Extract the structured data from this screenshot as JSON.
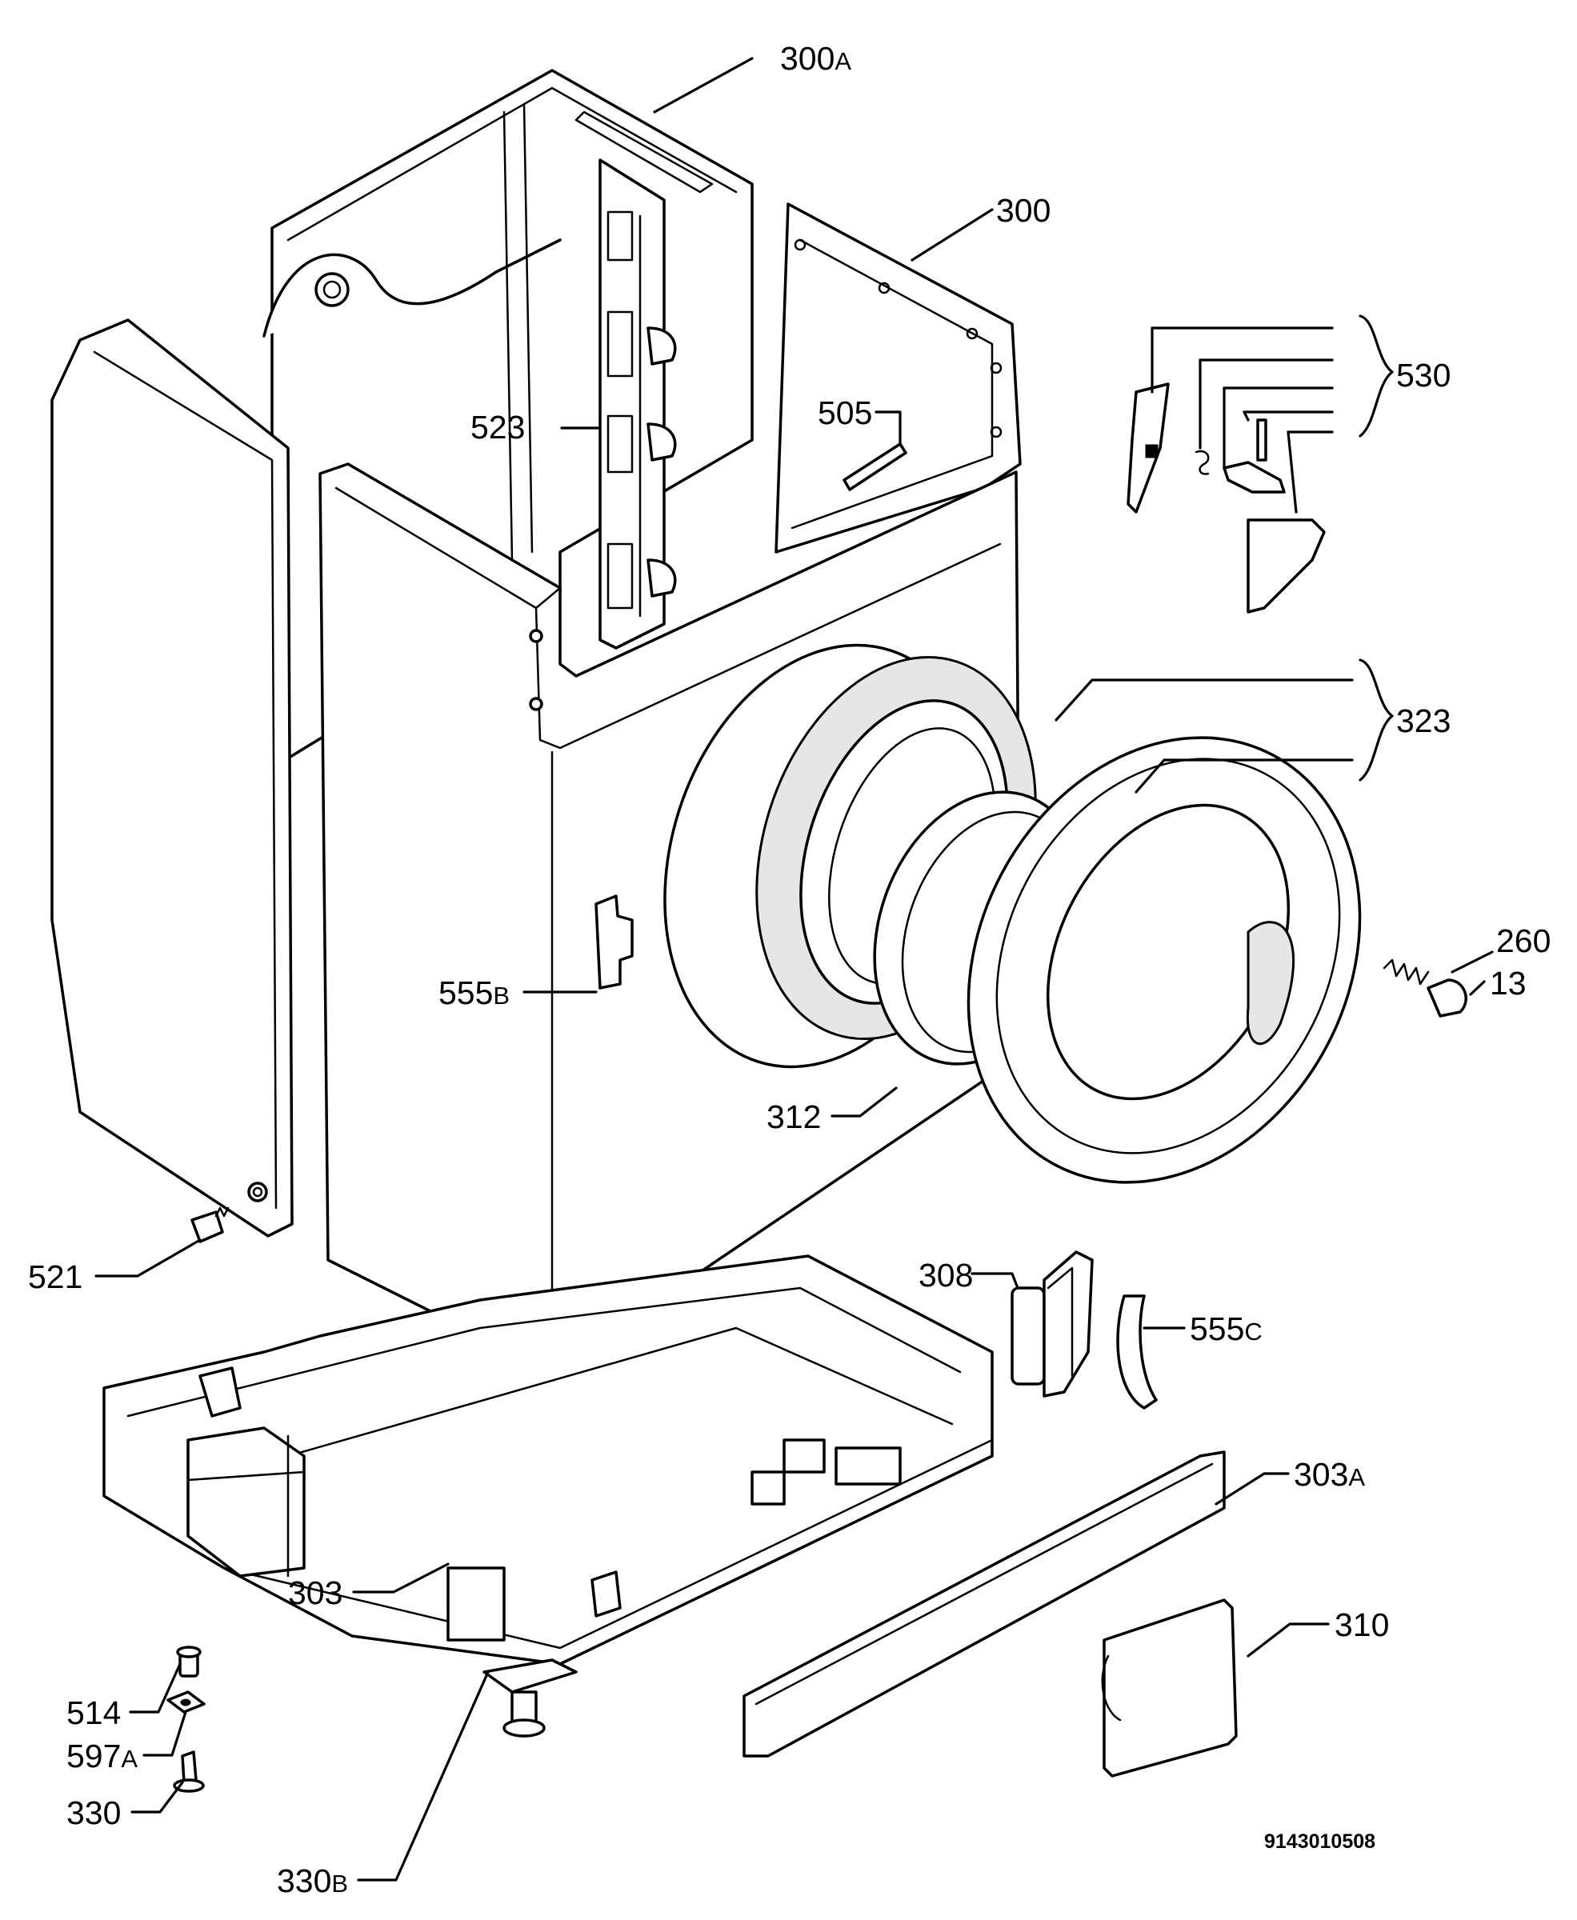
{
  "callouts": [
    {
      "id": "c300a",
      "number": "300",
      "suffix": "A"
    },
    {
      "id": "c300",
      "number": "300",
      "suffix": ""
    },
    {
      "id": "c530",
      "number": "530",
      "suffix": ""
    },
    {
      "id": "c523",
      "number": "523",
      "suffix": ""
    },
    {
      "id": "c505",
      "number": "505",
      "suffix": ""
    },
    {
      "id": "c323",
      "number": "323",
      "suffix": ""
    },
    {
      "id": "c260",
      "number": "260",
      "suffix": ""
    },
    {
      "id": "c13",
      "number": "13",
      "suffix": ""
    },
    {
      "id": "c555b",
      "number": "555",
      "suffix": "B"
    },
    {
      "id": "c312",
      "number": "312",
      "suffix": ""
    },
    {
      "id": "c521",
      "number": "521",
      "suffix": ""
    },
    {
      "id": "c308",
      "number": "308",
      "suffix": ""
    },
    {
      "id": "c555c",
      "number": "555",
      "suffix": "C"
    },
    {
      "id": "c303a",
      "number": "303",
      "suffix": "A"
    },
    {
      "id": "c310",
      "number": "310",
      "suffix": ""
    },
    {
      "id": "c514",
      "number": "514",
      "suffix": ""
    },
    {
      "id": "c303",
      "number": "303",
      "suffix": ""
    },
    {
      "id": "c597a",
      "number": "597",
      "suffix": "A"
    },
    {
      "id": "c330b",
      "number": "330",
      "suffix": "B"
    },
    {
      "id": "c330",
      "number": "330",
      "suffix": ""
    }
  ],
  "diagram_number": "9143010508",
  "colors": {
    "ink": "#000000",
    "paper": "#ffffff",
    "shade": "#e6e6e6"
  }
}
